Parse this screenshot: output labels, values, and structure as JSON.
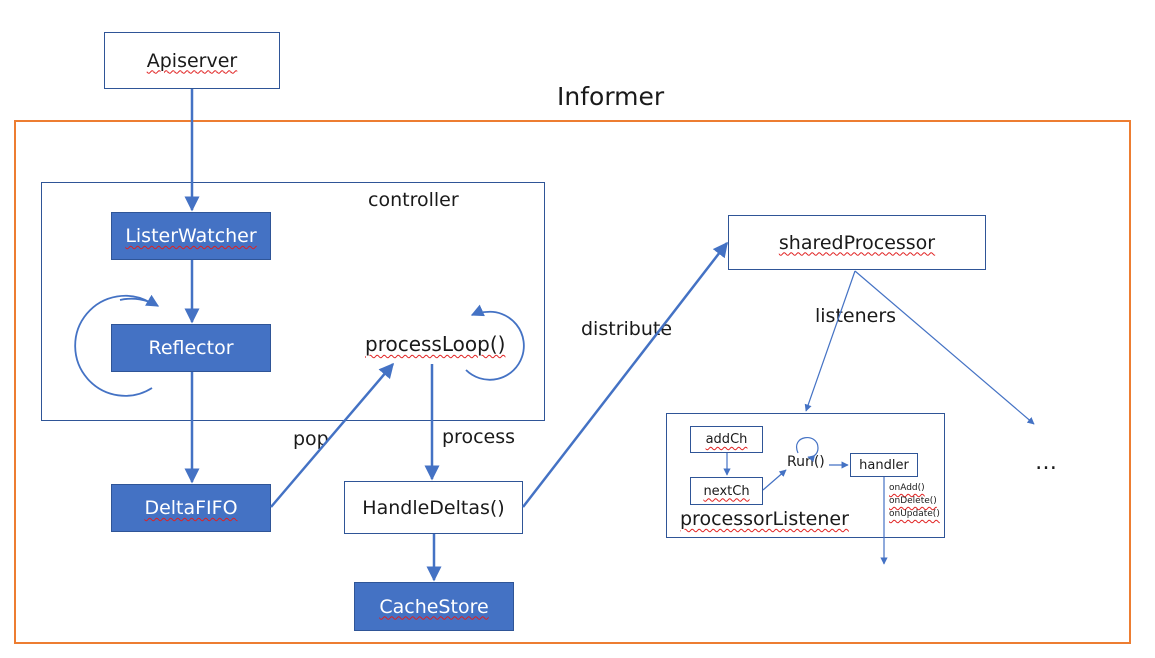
{
  "diagram": {
    "informer_label": "Informer",
    "controller_label": "controller",
    "nodes": {
      "apiserver": "Apiserver",
      "lister_watcher": "ListerWatcher",
      "reflector": "Reflector",
      "delta_fifo": "DeltaFIFO",
      "process_loop": "processLoop()",
      "handle_deltas": "HandleDeltas()",
      "cache_store": "CacheStore",
      "shared_processor": "sharedProcessor",
      "add_ch": "addCh",
      "next_ch": "nextCh",
      "run": "Run()",
      "handler": "handler",
      "processor_listener": "processorListener",
      "ellipsis": "…"
    },
    "edge_labels": {
      "pop": "pop",
      "process": "process",
      "distribute": "distribute",
      "listeners": "listeners"
    },
    "handler_methods": [
      "onAdd()",
      "onDelete()",
      "onUpdate()"
    ],
    "colors": {
      "informer_border": "#ed7d31",
      "box_blue": "#4472c4",
      "box_border": "#2f5597",
      "arrow": "#4472c4"
    }
  }
}
